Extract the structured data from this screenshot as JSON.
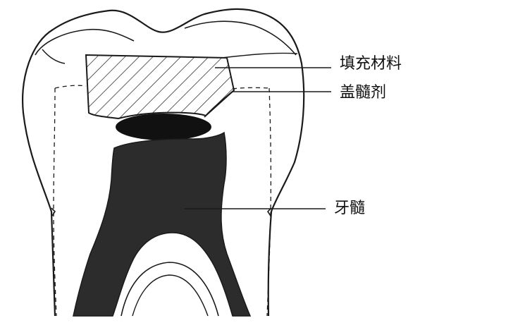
{
  "labels": {
    "filling_material": "填充材料",
    "pulp_capping_agent": "盖髓剂",
    "pulp": "牙髓"
  },
  "colors": {
    "outline": "#1a1a1a",
    "pulp": "#2c2c2c",
    "capping_agent": "#111111",
    "background": "#ffffff"
  }
}
